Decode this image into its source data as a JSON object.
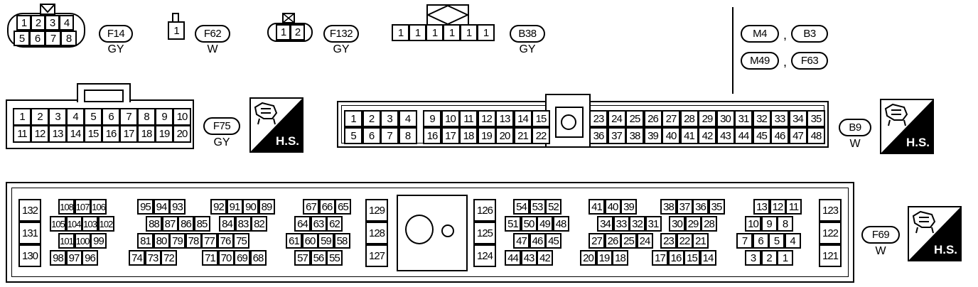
{
  "connectors": {
    "f14": {
      "id": "F14",
      "color": "GY",
      "pins": [
        "1",
        "2",
        "3",
        "4",
        "5",
        "6",
        "7",
        "8"
      ]
    },
    "f62": {
      "id": "F62",
      "color": "W",
      "pins": [
        "1"
      ]
    },
    "f132": {
      "id": "F132",
      "color": "GY",
      "pins": [
        "1",
        "2"
      ]
    },
    "b38": {
      "id": "B38",
      "color": "GY",
      "pins": [
        "1",
        "1",
        "1",
        "1",
        "1",
        "1"
      ]
    },
    "f75": {
      "id": "F75",
      "color": "GY",
      "label": "H.S.",
      "pins": [
        "1",
        "2",
        "3",
        "4",
        "5",
        "6",
        "7",
        "8",
        "9",
        "10",
        "11",
        "12",
        "13",
        "14",
        "15",
        "16",
        "17",
        "18",
        "19",
        "20"
      ]
    },
    "b9": {
      "id": "B9",
      "color": "W",
      "label": "H.S.",
      "pins": [
        "1",
        "2",
        "3",
        "4",
        "5",
        "6",
        "7",
        "8",
        "9",
        "10",
        "11",
        "12",
        "13",
        "14",
        "15",
        "16",
        "17",
        "18",
        "19",
        "20",
        "21",
        "22",
        "23",
        "24",
        "25",
        "26",
        "27",
        "28",
        "29",
        "30",
        "31",
        "32",
        "33",
        "34",
        "35",
        "36",
        "37",
        "38",
        "39",
        "40",
        "41",
        "42",
        "43",
        "44",
        "45",
        "46",
        "47",
        "48"
      ]
    },
    "f69": {
      "id": "F69",
      "color": "W",
      "label": "H.S."
    }
  },
  "references": {
    "ids": [
      "M4",
      "B3",
      "M49",
      "F63"
    ],
    "separator": ","
  },
  "ecu_groups": [
    [
      "132",
      "131",
      "130"
    ],
    [
      "108",
      "107",
      "106",
      "105",
      "104",
      "103",
      "102",
      "101",
      "100",
      "99",
      "98",
      "97",
      "96"
    ],
    [
      "95",
      "94",
      "93",
      "88",
      "87",
      "86",
      "85",
      "81",
      "80",
      "79",
      "78",
      "77",
      "76",
      "75",
      "74",
      "73",
      "72"
    ],
    [
      "92",
      "91",
      "90",
      "89",
      "84",
      "83",
      "82",
      "71",
      "70",
      "69",
      "68"
    ],
    [
      "67",
      "66",
      "65",
      "64",
      "63",
      "62",
      "61",
      "60",
      "59",
      "58",
      "57",
      "56",
      "55"
    ],
    [
      "129",
      "128",
      "127"
    ],
    [
      "126",
      "125",
      "124"
    ],
    [
      "54",
      "53",
      "52",
      "51",
      "50",
      "49",
      "48",
      "47",
      "46",
      "45",
      "44",
      "43",
      "42"
    ],
    [
      "41",
      "40",
      "39",
      "34",
      "33",
      "32",
      "31",
      "27",
      "26",
      "25",
      "24",
      "20",
      "19",
      "18"
    ],
    [
      "38",
      "37",
      "36",
      "35",
      "30",
      "29",
      "28",
      "23",
      "22",
      "21",
      "17",
      "16",
      "15",
      "14"
    ],
    [
      "13",
      "12",
      "11",
      "10",
      "9",
      "8",
      "7",
      "6",
      "5",
      "4",
      "3",
      "2",
      "1"
    ],
    [
      "123",
      "122",
      "121"
    ]
  ]
}
